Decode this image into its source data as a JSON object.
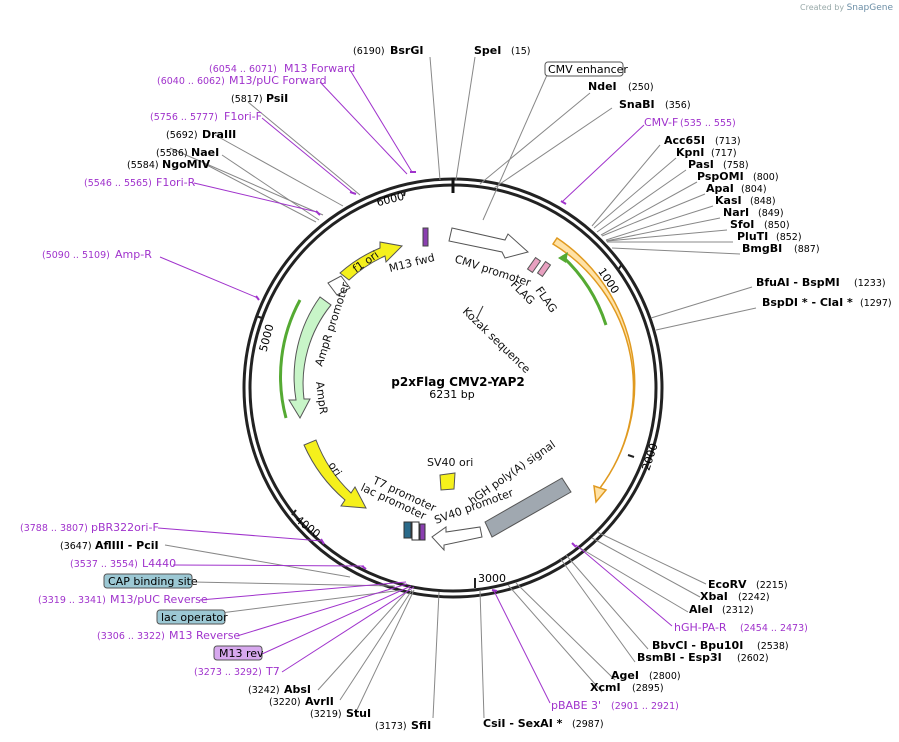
{
  "header": {
    "created_by": "Created by",
    "brand": "SnapGene"
  },
  "plasmid": {
    "name": "p2xFlag CMV2-YAP2",
    "length_label": "6231 bp"
  },
  "ticks": [
    "1000",
    "2000",
    "3000",
    "4000",
    "5000",
    "6000"
  ],
  "left_labels": [
    {
      "pos": "(6054 .. 6071)",
      "name": "M13 Forward",
      "kind": "primer"
    },
    {
      "pos": "(6040 .. 6062)",
      "name": "M13/pUC Forward",
      "kind": "primer"
    },
    {
      "pos": "(5817)",
      "name": "PsiI",
      "kind": "enzyme"
    },
    {
      "pos": "(5756 .. 5777)",
      "name": "F1ori-F",
      "kind": "primer"
    },
    {
      "pos": "(5692)",
      "name": "DraIII",
      "kind": "enzyme"
    },
    {
      "pos": "(5586)",
      "name": "NaeI",
      "kind": "enzyme"
    },
    {
      "pos": "(5584)",
      "name": "NgoMIV",
      "kind": "enzyme"
    },
    {
      "pos": "(5546 .. 5565)",
      "name": "F1ori-R",
      "kind": "primer"
    },
    {
      "pos": "(5090 .. 5109)",
      "name": "Amp-R",
      "kind": "primer"
    },
    {
      "pos": "(3788 .. 3807)",
      "name": "pBR322ori-F",
      "kind": "primer"
    },
    {
      "pos": "(3647)",
      "name": "AflIII  - PciI",
      "kind": "enzyme"
    },
    {
      "pos": "(3537 .. 3554)",
      "name": "L4440",
      "kind": "primer"
    },
    {
      "pos": "",
      "name": "CAP binding site",
      "kind": "boxed-teal"
    },
    {
      "pos": "(3319 .. 3341)",
      "name": "M13/pUC Reverse",
      "kind": "primer"
    },
    {
      "pos": "",
      "name": "lac operator",
      "kind": "boxed-teal"
    },
    {
      "pos": "(3306 .. 3322)",
      "name": "M13 Reverse",
      "kind": "primer"
    },
    {
      "pos": "",
      "name": "M13 rev",
      "kind": "boxed-purple"
    },
    {
      "pos": "(3273 .. 3292)",
      "name": "T7",
      "kind": "primer"
    },
    {
      "pos": "(3242)",
      "name": "AbsI",
      "kind": "enzyme"
    },
    {
      "pos": "(3220)",
      "name": "AvrII",
      "kind": "enzyme"
    },
    {
      "pos": "(3219)",
      "name": "StuI",
      "kind": "enzyme"
    },
    {
      "pos": "(3173)",
      "name": "SfiI",
      "kind": "enzyme"
    }
  ],
  "top_labels": [
    {
      "pos": "(6190)",
      "name": "BsrGI",
      "kind": "enzyme"
    },
    {
      "pos": "(15)",
      "name": "SpeI",
      "kind": "enzyme"
    }
  ],
  "right_labels": [
    {
      "pos": "",
      "name": "CMV enhancer",
      "kind": "boxed-white"
    },
    {
      "pos": "(250)",
      "name": "NdeI",
      "kind": "enzyme"
    },
    {
      "pos": "(356)",
      "name": "SnaBI",
      "kind": "enzyme"
    },
    {
      "pos": "(535 .. 555)",
      "name": "CMV-F",
      "kind": "primer"
    },
    {
      "pos": "(713)",
      "name": "Acc65I",
      "kind": "enzyme"
    },
    {
      "pos": "(717)",
      "name": "KpnI",
      "kind": "enzyme"
    },
    {
      "pos": "(758)",
      "name": "PasI",
      "kind": "enzyme"
    },
    {
      "pos": "(800)",
      "name": "PspOMI",
      "kind": "enzyme"
    },
    {
      "pos": "(804)",
      "name": "ApaI",
      "kind": "enzyme"
    },
    {
      "pos": "(848)",
      "name": "KasI",
      "kind": "enzyme"
    },
    {
      "pos": "(849)",
      "name": "NarI",
      "kind": "enzyme"
    },
    {
      "pos": "(850)",
      "name": "SfoI",
      "kind": "enzyme"
    },
    {
      "pos": "(852)",
      "name": "PluTI",
      "kind": "enzyme"
    },
    {
      "pos": "(887)",
      "name": "BmgBI",
      "kind": "enzyme"
    },
    {
      "pos": "(1233)",
      "name": "BfuAI  - BspMI",
      "kind": "enzyme"
    },
    {
      "pos": "(1297)",
      "name": "BspDI *  - ClaI *",
      "kind": "enzyme"
    },
    {
      "pos": "(2215)",
      "name": "EcoRV",
      "kind": "enzyme"
    },
    {
      "pos": "(2242)",
      "name": "XbaI",
      "kind": "enzyme"
    },
    {
      "pos": "(2312)",
      "name": "AleI",
      "kind": "enzyme"
    },
    {
      "pos": "(2454 .. 2473)",
      "name": "hGH-PA-R",
      "kind": "primer"
    },
    {
      "pos": "(2538)",
      "name": "BbvCI  - Bpu10I",
      "kind": "enzyme"
    },
    {
      "pos": "(2602)",
      "name": "BsmBI  - Esp3I",
      "kind": "enzyme"
    },
    {
      "pos": "(2800)",
      "name": "AgeI",
      "kind": "enzyme"
    },
    {
      "pos": "(2895)",
      "name": "XcmI",
      "kind": "enzyme"
    },
    {
      "pos": "(2901 .. 2921)",
      "name": "pBABE 3'",
      "kind": "primer"
    },
    {
      "pos": "(2987)",
      "name": "CsiI  - SexAI *",
      "kind": "enzyme"
    }
  ],
  "features": [
    {
      "name": "CMV promoter",
      "color": "#ffffff"
    },
    {
      "name": "FLAG",
      "color": "#e8a0c0"
    },
    {
      "name": "FLAG",
      "color": "#e8a0c0"
    },
    {
      "name": "Kozak sequence",
      "color": "#ffffff"
    },
    {
      "name": "M13 fwd",
      "color": "#8a3fb0"
    },
    {
      "name": "f1 ori",
      "color": "#f5f01c"
    },
    {
      "name": "AmpR promoter",
      "color": "#ffffff"
    },
    {
      "name": "AmpR",
      "color": "#c8f5c8"
    },
    {
      "name": "ori",
      "color": "#f5f01c"
    },
    {
      "name": "SV40 ori",
      "color": "#f5f01c"
    },
    {
      "name": "hGH poly(A) signal",
      "color": "#a0a8b0"
    },
    {
      "name": "SV40 promoter",
      "color": "#ffffff"
    },
    {
      "name": "T7 promoter",
      "color": "#2a6a8a"
    },
    {
      "name": "lac promoter",
      "color": "#ffffff"
    }
  ]
}
